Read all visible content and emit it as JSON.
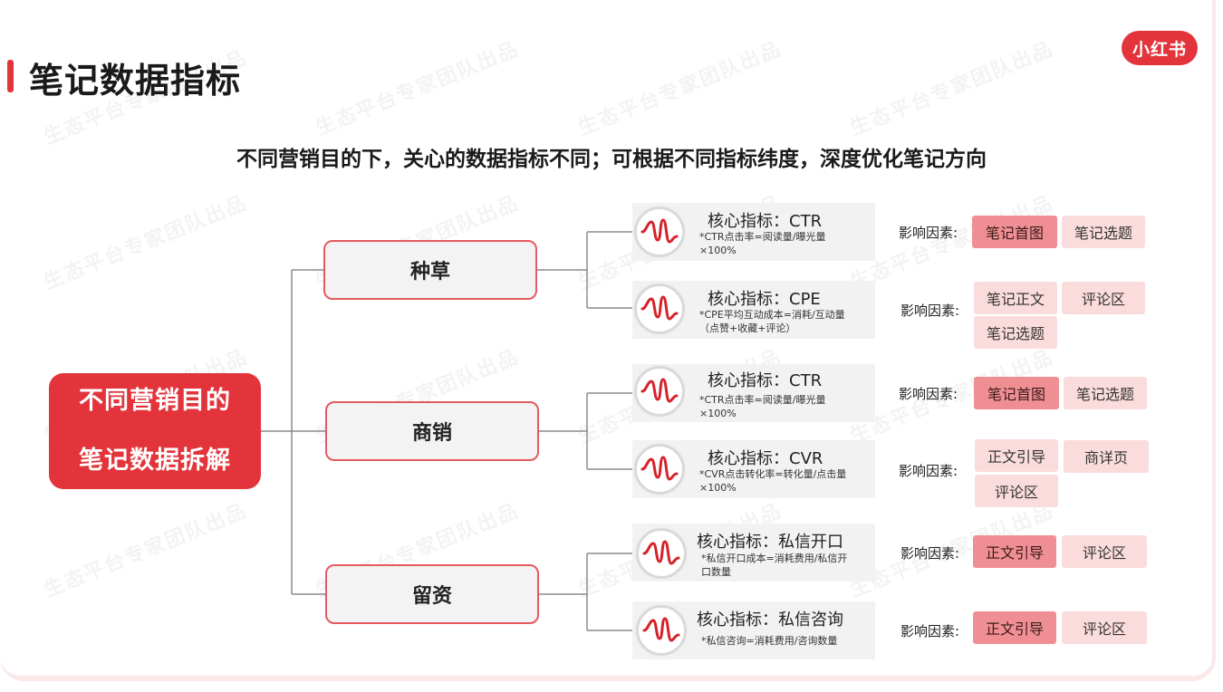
{
  "header": {
    "title": "笔记数据指标",
    "logo_text": "小红书"
  },
  "subtitle": "不同营销目的下，关心的数据指标不同；可根据不同指标纬度，深度优化笔记方向",
  "watermark_text": "生态平台专家团队出品",
  "root": {
    "line1": "不同营销目的",
    "line2": "笔记数据拆解"
  },
  "categories": [
    {
      "label": "种草",
      "metrics": [
        {
          "title": "核心指标：CTR",
          "desc": "*CTR点击率=阅读量/曝光量×100%",
          "factor_label": "影响因素:",
          "chips": [
            "笔记首图",
            "笔记选题"
          ]
        },
        {
          "title": "核心指标：CPE",
          "desc": "*CPE平均互动成本=消耗/互动量（点赞+收藏+评论）",
          "factor_label": "影响因素:",
          "chips": [
            "笔记正文",
            "评论区",
            "笔记选题"
          ]
        }
      ]
    },
    {
      "label": "商销",
      "metrics": [
        {
          "title": "核心指标：CTR",
          "desc": "*CTR点击率=阅读量/曝光量×100%",
          "factor_label": "影响因素:",
          "chips": [
            "笔记首图",
            "笔记选题"
          ]
        },
        {
          "title": "核心指标：CVR",
          "desc": "*CVR点击转化率=转化量/点击量×100%",
          "factor_label": "影响因素:",
          "chips": [
            "正文引导",
            "商详页",
            "评论区"
          ]
        }
      ]
    },
    {
      "label": "留资",
      "metrics": [
        {
          "title": "核心指标：私信开口",
          "desc": "*私信开口成本=消耗费用/私信开口数量",
          "factor_label": "影响因素:",
          "chips": [
            "正文引导",
            "评论区"
          ]
        },
        {
          "title": "核心指标：私信咨询",
          "desc": "*私信咨询=消耗费用/咨询数量",
          "factor_label": "影响因素:",
          "chips": [
            "正文引导",
            "评论区"
          ]
        }
      ]
    }
  ],
  "colors": {
    "accent": "#e3343b",
    "chip_dark": "#f08f93",
    "chip_light": "#fbdcdd",
    "card_bg": "#f2f2f2"
  }
}
